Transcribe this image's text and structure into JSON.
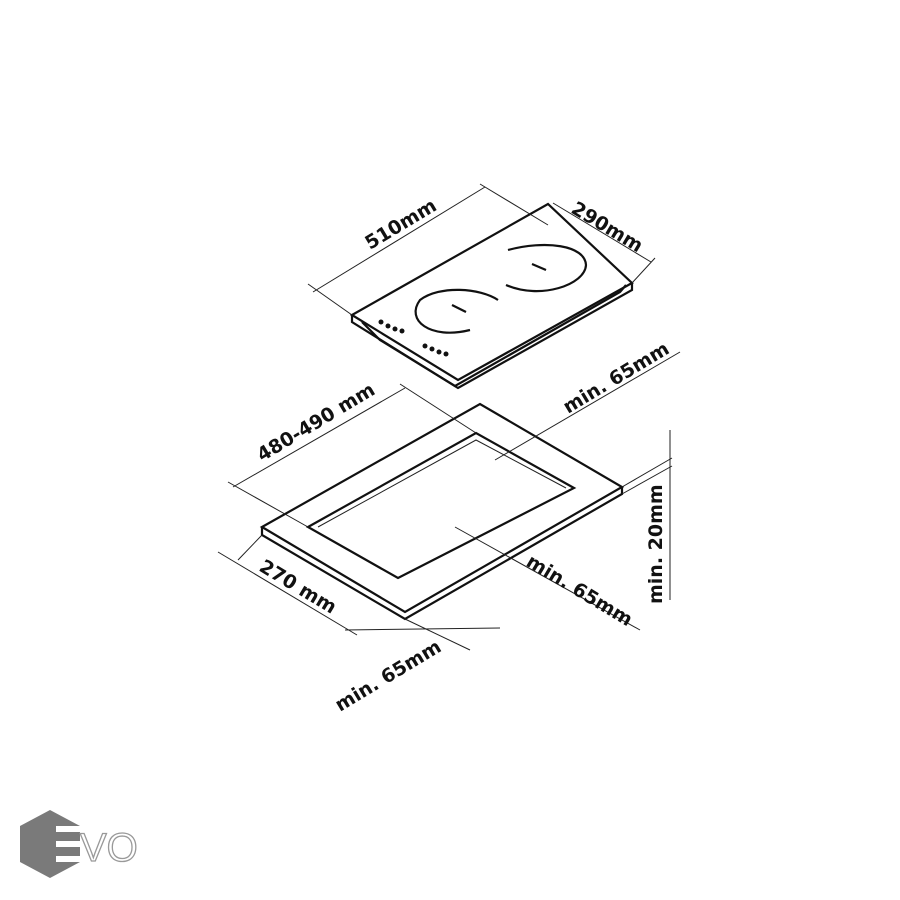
{
  "diagram": {
    "cooktop_length": "510mm",
    "cooktop_width": "290mm",
    "cutout_length": "480-490 mm",
    "cutout_width": "270 mm",
    "clearance_back": "min. 65mm",
    "clearance_side": "min. 65mm",
    "clearance_front": "min. 65mm",
    "countertop_thickness": "min. 20mm"
  },
  "logo": {
    "text": "EVO",
    "color": "#7a7a7a"
  }
}
